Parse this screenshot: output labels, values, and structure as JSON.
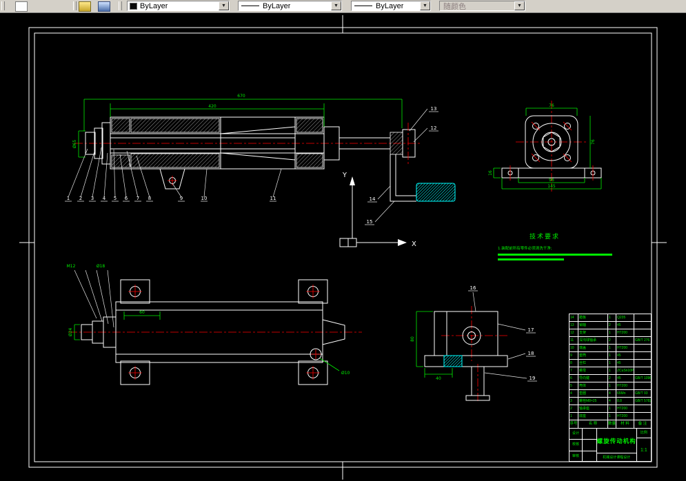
{
  "toolbar": {
    "dropdown_glyph": "▼",
    "icons": [
      "object-box-icon",
      "layer-yellow-icon",
      "layer-blue-icon"
    ],
    "combos": {
      "color": {
        "value": "ByLayer"
      },
      "linetype": {
        "value": "ByLayer"
      },
      "lineweight": {
        "value": "ByLayer"
      },
      "plot_style": {
        "value": "随颜色",
        "disabled": true
      }
    }
  },
  "ucs": {
    "x": "X",
    "y": "Y"
  },
  "tech_req": {
    "title": "技术要求",
    "line1": "1.装配前所有零件必须清洗干净;"
  },
  "dims": {
    "main_overall": "670",
    "main_inner": "420",
    "main_dia": "Ø65",
    "flange_top": "76",
    "flange_right": "76",
    "flange_base_w": "96",
    "flange_base_overall": "145",
    "flange_base_h": "16",
    "plan_shaft": "Ø24",
    "plan_key": "60",
    "plan_hole": "Ø10",
    "plan_l1": "M12",
    "plan_l2": "Ø18",
    "bracket_h": "80",
    "bracket_base": "40"
  },
  "balloons": {
    "main": [
      "1",
      "2",
      "3",
      "4",
      "5",
      "6",
      "7",
      "8",
      "9",
      "10",
      "11"
    ],
    "end_upper": "13",
    "end_lower": "12",
    "pedal_upper": "14",
    "pedal_lower": "15",
    "bracket_top": "16",
    "bracket_r1": "17",
    "bracket_r2": "18",
    "bracket_r3": "19"
  },
  "bom": {
    "headers": [
      "序号",
      "名 称",
      "数量",
      "材 料",
      "备 注"
    ],
    "rows": [
      [
        "14",
        "踏板",
        "1",
        "Q235",
        ""
      ],
      [
        "13",
        "销轴",
        "2",
        "45",
        ""
      ],
      [
        "12",
        "支架",
        "1",
        "HT200",
        ""
      ],
      [
        "11",
        "深沟球轴承",
        "2",
        "",
        "GB/T 276"
      ],
      [
        "10",
        "端盖",
        "1",
        "HT200",
        ""
      ],
      [
        "9",
        "套筒",
        "1",
        "45",
        ""
      ],
      [
        "8",
        "丝杠",
        "1",
        "45",
        ""
      ],
      [
        "7",
        "螺母",
        "1",
        "ZCuSn10P1",
        ""
      ],
      [
        "6",
        "导向键",
        "2",
        "45",
        "GB/T 1096"
      ],
      [
        "5",
        "壳体",
        "1",
        "HT200",
        ""
      ],
      [
        "4",
        "垫圈",
        "4",
        "65Mn",
        "GB/T 93"
      ],
      [
        "3",
        "螺栓M8×25",
        "4",
        "8.8",
        "GB/T 5782"
      ],
      [
        "2",
        "轴承座",
        "1",
        "HT200",
        ""
      ],
      [
        "1",
        "底座",
        "1",
        "HT200",
        ""
      ]
    ]
  },
  "titleblock": {
    "title": "螺旋传动机构",
    "subtitle": "机械设计课程设计",
    "scale_label": "比例",
    "scale": "1:1",
    "rows": [
      {
        "label": "设计"
      },
      {
        "label": "校核"
      },
      {
        "label": "审核"
      }
    ]
  }
}
